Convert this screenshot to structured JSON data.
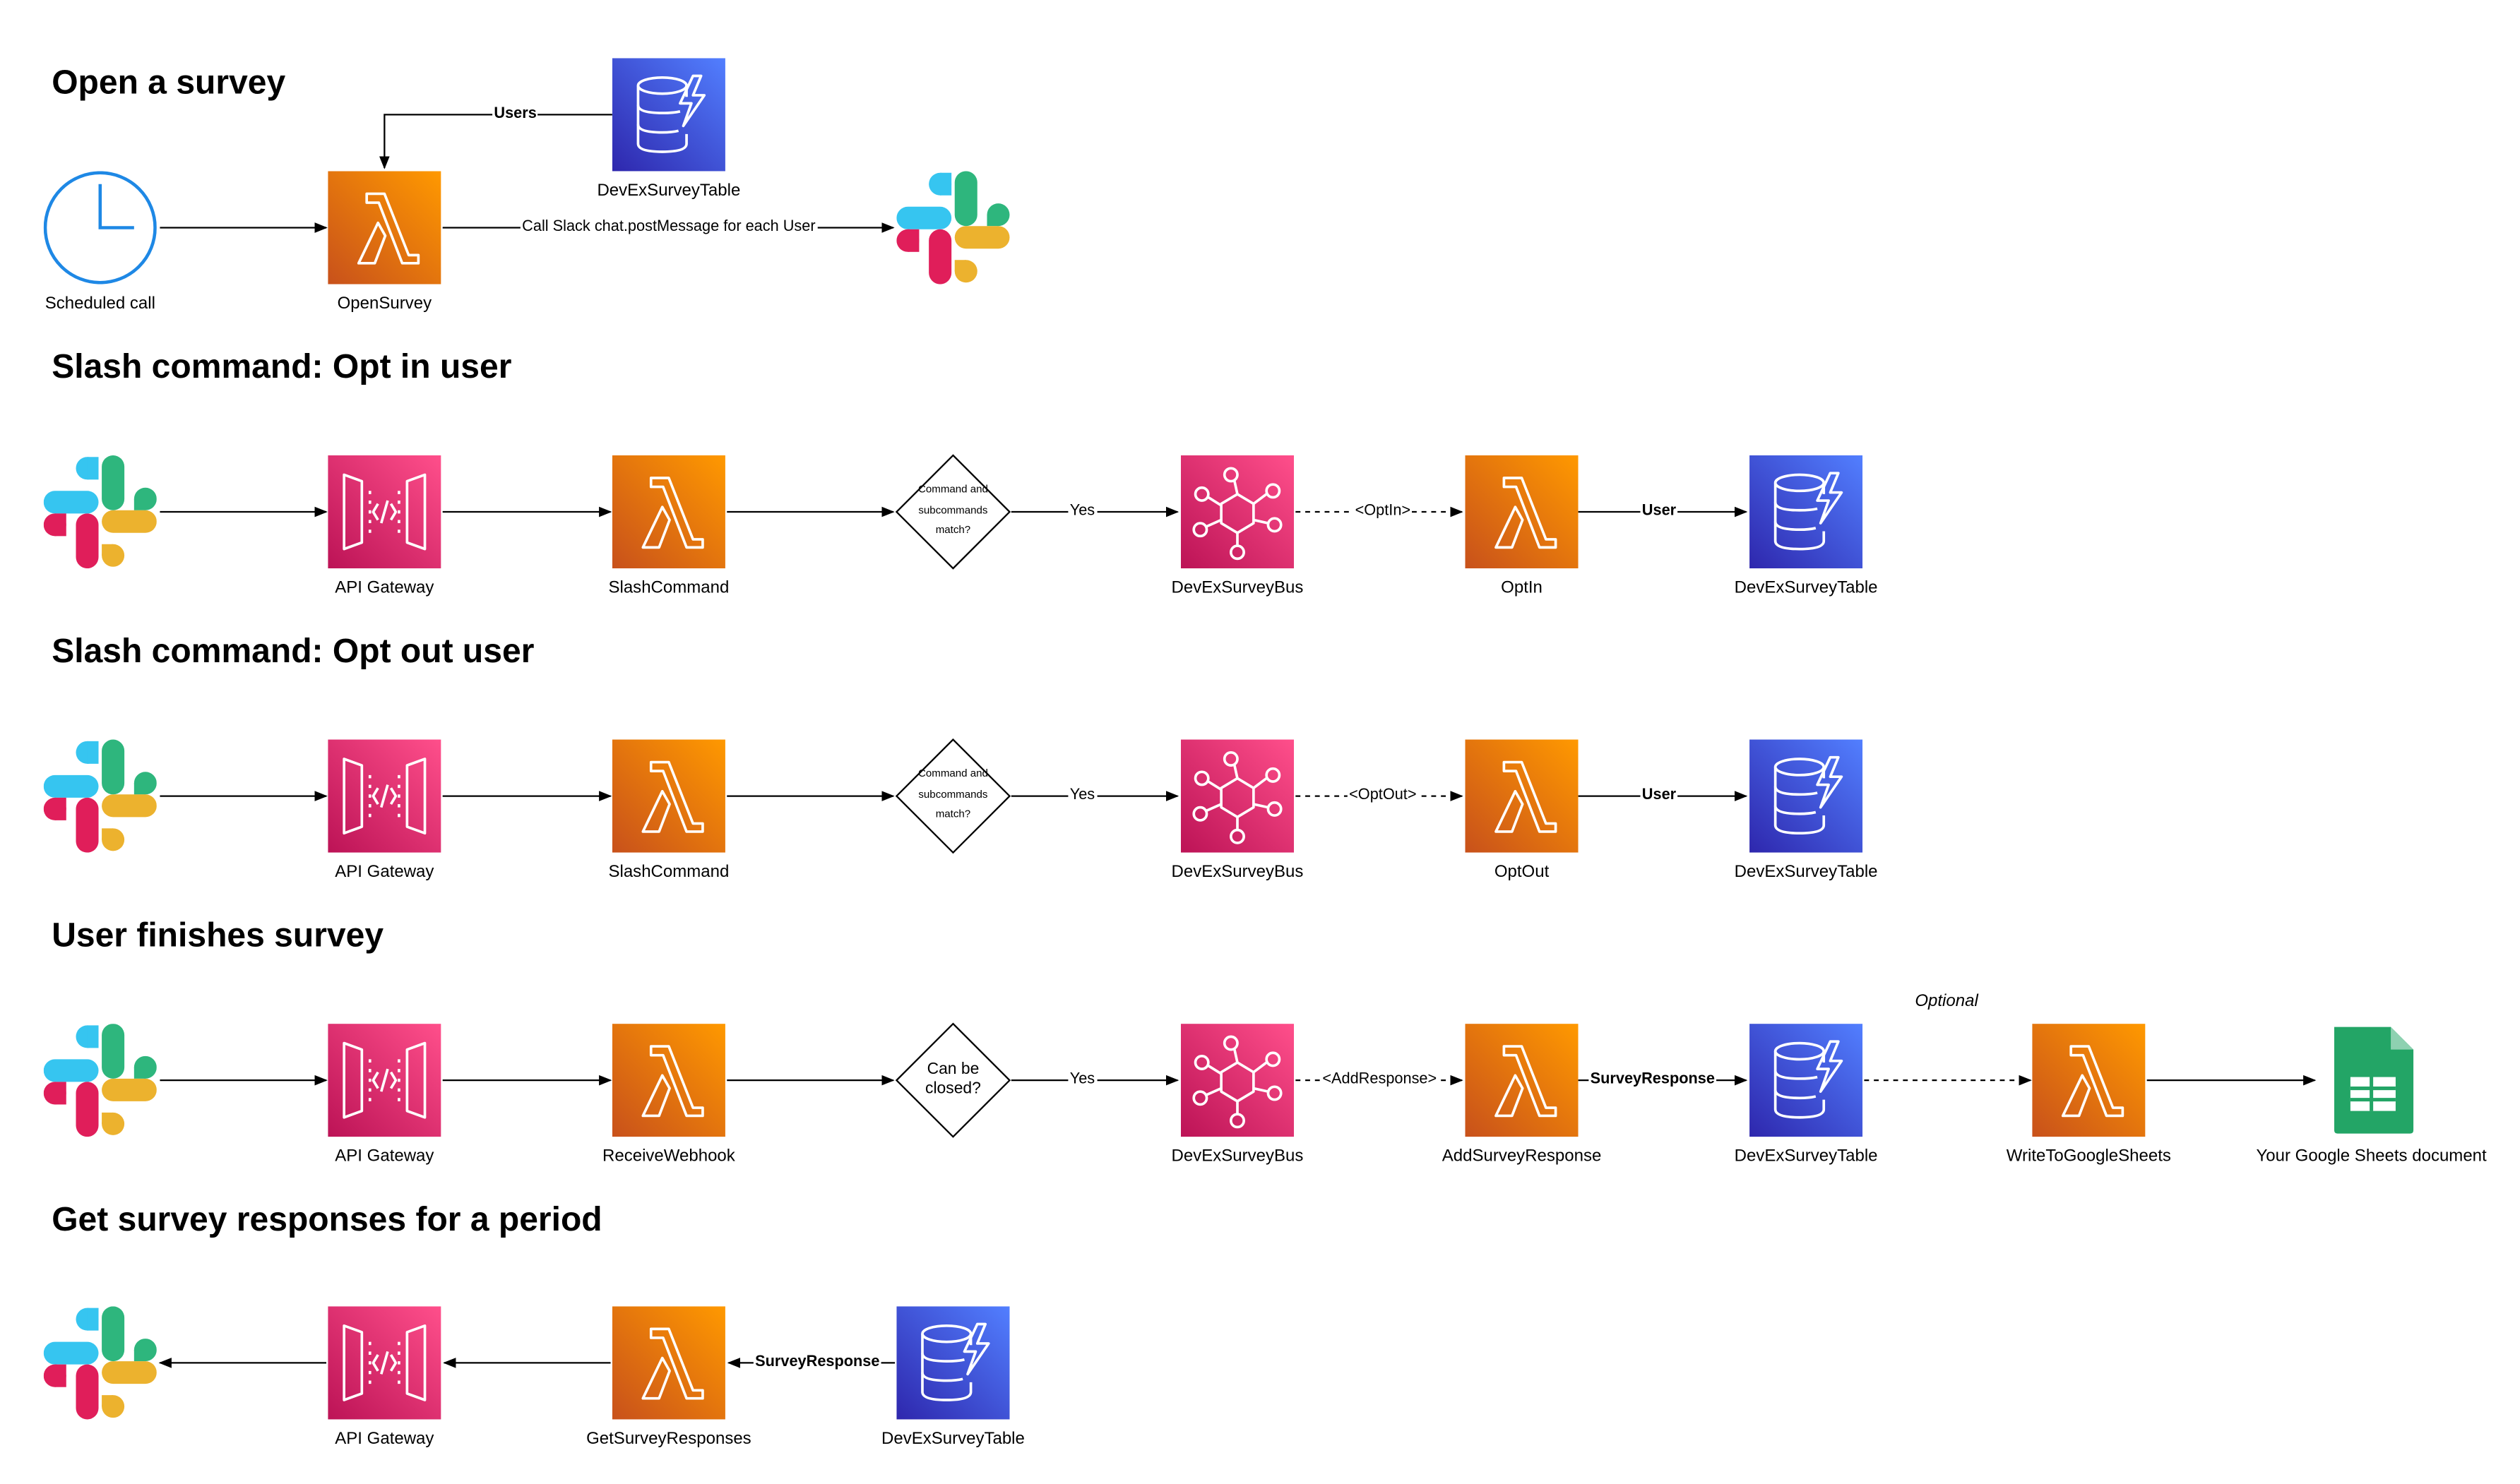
{
  "sections": {
    "open": {
      "title": "Open a survey"
    },
    "optin": {
      "title": "Slash command: Opt in user"
    },
    "optout": {
      "title": "Slash command: Opt out user"
    },
    "finish": {
      "title": "User finishes survey"
    },
    "responses": {
      "title": "Get survey responses for a period"
    }
  },
  "nodes": {
    "scheduled": "Scheduled call",
    "open_survey": "OpenSurvey",
    "table1": "DevExSurveyTable",
    "api1": "API Gateway",
    "slash1": "SlashCommand",
    "bus1": "DevExSurveyBus",
    "optin": "OptIn",
    "table2": "DevExSurveyTable",
    "api2": "API Gateway",
    "slash2": "SlashCommand",
    "bus2": "DevExSurveyBus",
    "optout": "OptOut",
    "table3": "DevExSurveyTable",
    "api3": "API Gateway",
    "webhook": "ReceiveWebhook",
    "bus3": "DevExSurveyBus",
    "add_response": "AddSurveyResponse",
    "table4": "DevExSurveyTable",
    "write_sheets": "WriteToGoogleSheets",
    "sheets_doc": "Your Google Sheets document",
    "api4": "API Gateway",
    "get_responses": "GetSurveyResponses",
    "table5": "DevExSurveyTable"
  },
  "decisions": {
    "d1": [
      "Command and",
      "subcommands",
      "match?"
    ],
    "d2": [
      "Command and",
      "subcommands",
      "match?"
    ],
    "d3": [
      "Can be",
      "closed?"
    ]
  },
  "edges": {
    "users": "Users",
    "post_message": "Call Slack chat.postMessage for each User",
    "yes1": "Yes",
    "optin_event": "<OptIn>",
    "user1": "User",
    "yes2": "Yes",
    "optout_event": "<OptOut>",
    "user2": "User",
    "yes3": "Yes",
    "add_response_event": "<AddResponse>",
    "survey_response1": "SurveyResponse",
    "survey_response2": "SurveyResponse"
  },
  "notes": {
    "optional": "Optional"
  },
  "icons": {
    "lambda": "lambda-icon",
    "dynamodb": "dynamodb-icon",
    "api_gateway": "api-gateway-icon",
    "eventbridge": "eventbridge-icon",
    "slack": "slack-icon",
    "clock": "clock-icon",
    "sheets": "google-sheets-icon"
  },
  "colors": {
    "lambda": "#ED7100",
    "dynamodb": "#3B48CC",
    "api_gateway": "#E7157B",
    "eventbridge": "#E7157B",
    "clock": "#1E88E5",
    "sheets": "#23A566",
    "slack_blue": "#36C5F0",
    "slack_green": "#2EB67D",
    "slack_yellow": "#ECB22E",
    "slack_red": "#E01E5A"
  }
}
